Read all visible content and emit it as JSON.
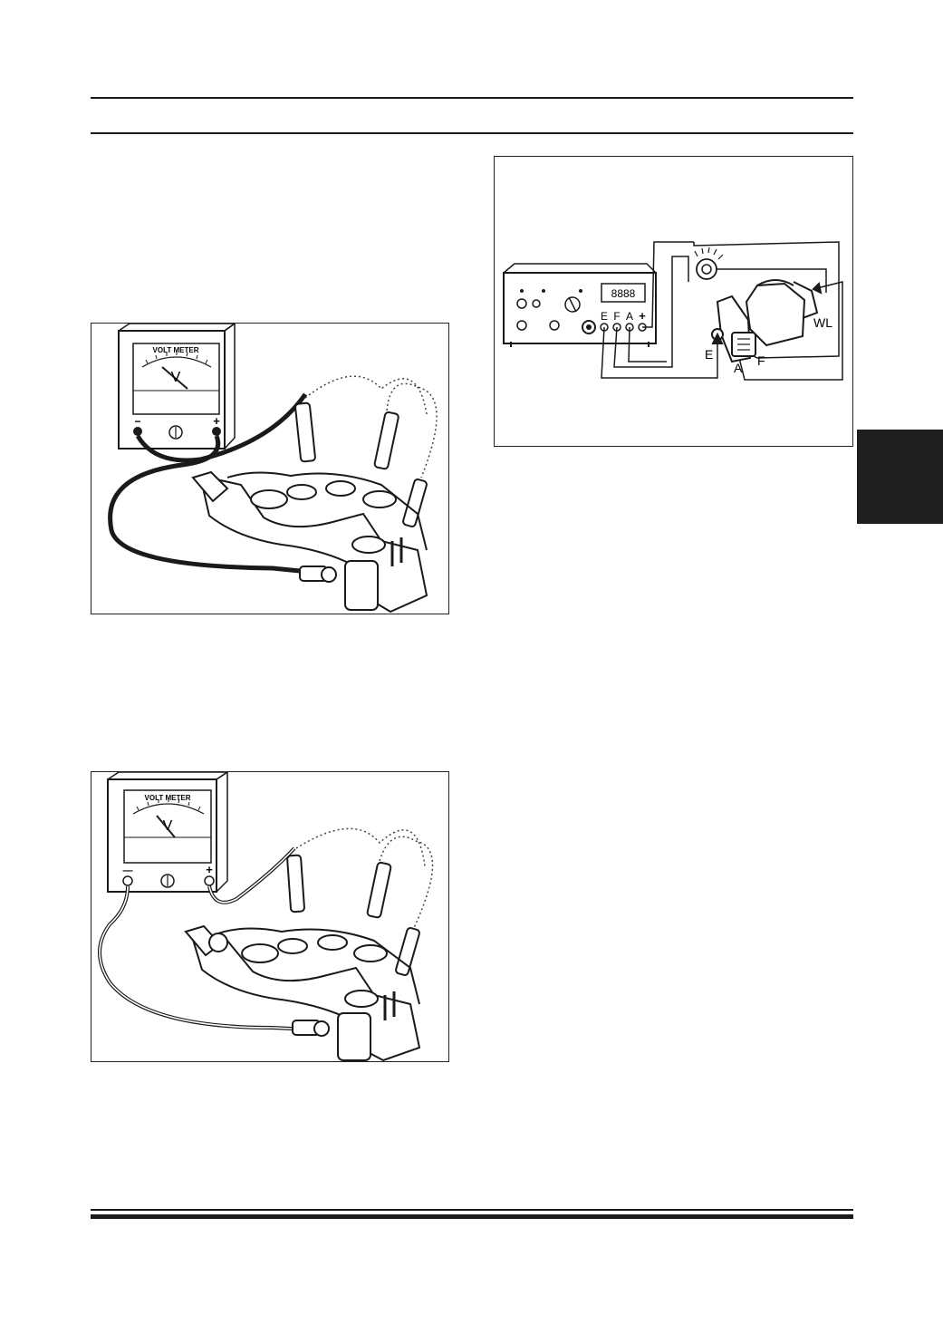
{
  "figure_top_left": {
    "meter_label": "VOLT METER",
    "meter_unit": "V",
    "terminal_minus": "−",
    "terminal_plus": "+"
  },
  "figure_bottom_left": {
    "meter_label": "VOLT METER",
    "meter_unit": "V",
    "terminal_minus": "—",
    "terminal_plus": "+"
  },
  "figure_right": {
    "terminals": [
      "E",
      "F",
      "A",
      "+"
    ],
    "display": "8888",
    "label_wl": "WL",
    "label_e": "E",
    "label_a": "A",
    "label_f": "F"
  },
  "colors": {
    "ink": "#1a1a1a",
    "tab": "#1e1e1e"
  }
}
